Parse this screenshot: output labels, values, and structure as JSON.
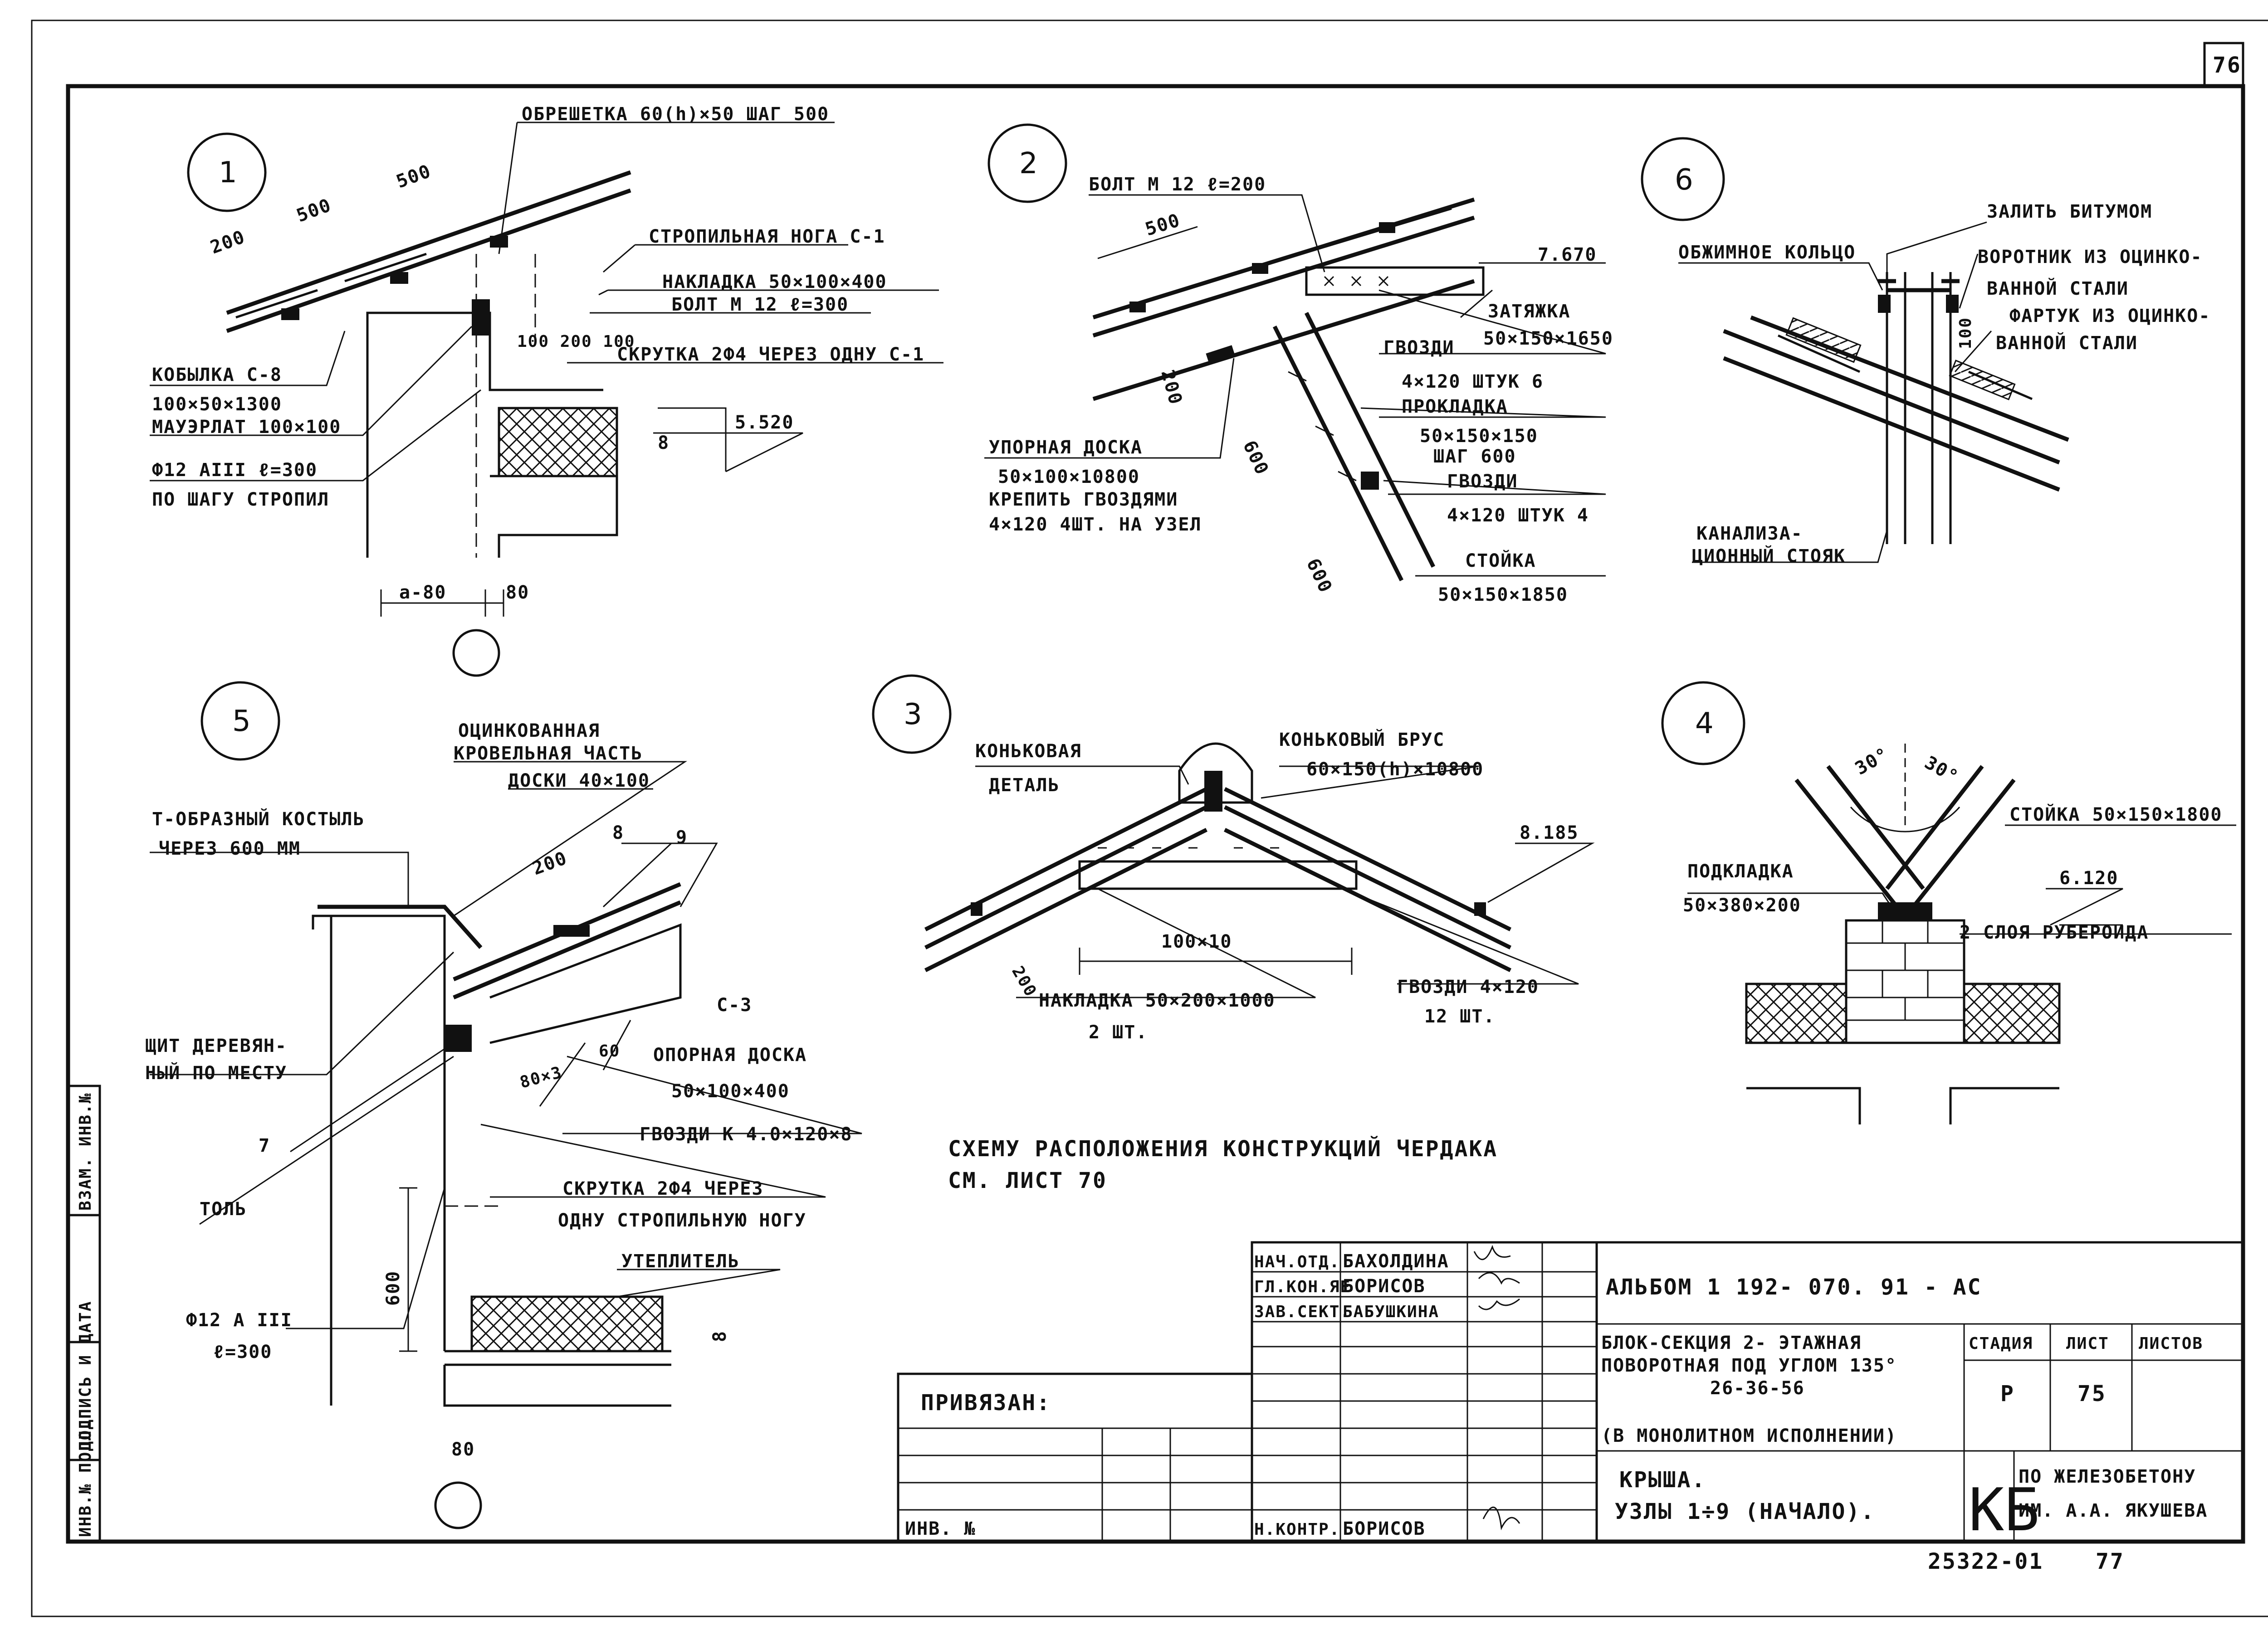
{
  "sheet": {
    "page_number": "76",
    "footer_code": "25322-01",
    "footer_page": "77"
  },
  "node1": {
    "circle": "1",
    "obreshetka": "ОБРЕШЕТКА 60(h)×50 ШАГ 500",
    "dim_200": "200",
    "dim_500a": "500",
    "dim_500b": "500",
    "stropilnaya": "СТРОПИЛЬНАЯ НОГА С-1",
    "nakladka": "НАКЛАДКА 50×100×400",
    "bolt": "БОЛТ М 12 ℓ=300",
    "skrutka": "СКРУТКА 2Ф4 ЧЕРЕЗ ОДНУ С-1",
    "dims_small": "100 200 100",
    "kobylka": "КОБЫЛКА С-8",
    "kobylka_size": "100×50×1300",
    "mauerlat": "МАУЭРЛАТ 100×100",
    "rod": "Ф12 АIII ℓ=300",
    "rod_step": "ПО ШАГУ СТРОПИЛ",
    "level": "5.520",
    "dim_8": "8",
    "dim_a80": "а-80",
    "dim_80": "80"
  },
  "node2": {
    "circle": "2",
    "bolt": "БОЛТ М 12 ℓ=200",
    "dim_500": "500",
    "level": "7.670",
    "zatyazhka": "ЗАТЯЖКА",
    "zatyazhka_size": "50×150×1650",
    "gvozdi": "ГВОЗДИ",
    "gvozdi_count": "4×120 ШТУК 6",
    "prokladka": "ПРОКЛАДКА",
    "prokladka_size": "50×150×150",
    "prokladka_step": "ШАГ 600",
    "gvozdi2": "ГВОЗДИ",
    "gvozdi2_count": "4×120 ШТУК 4",
    "dim_200": "200",
    "upornaya": "УПОРНАЯ ДОСКА",
    "upornaya_size": "50×100×10800",
    "krepit": "КРЕПИТЬ ГВОЗДЯМИ",
    "krepit2": "4×120 4ШТ. НА УЗЕЛ",
    "dim_600a": "600",
    "dim_600b": "600",
    "stoyka": "СТОЙКА",
    "stoyka_size": "50×150×1850"
  },
  "node6": {
    "circle": "6",
    "obzhimnoe": "ОБЖИМНОЕ КОЛЬЦО",
    "zalit": "ЗАЛИТЬ БИТУМОМ",
    "vorotnik": "ВОРОТНИК ИЗ ОЦИНКО-",
    "vorotnik2": "ВАННОЙ СТАЛИ",
    "fartuk": "ФАРТУК ИЗ ОЦИНКО-",
    "fartuk2": "ВАННОЙ СТАЛИ",
    "dim_100": "100",
    "kanaliz": "КАНАЛИЗА-",
    "kanaliz2": "ЦИОННЫЙ СТОЯК"
  },
  "node5": {
    "circle": "5",
    "ocink": "ОЦИНКОВАННАЯ",
    "ocink2": "КРОВЕЛЬНАЯ ЧАСТЬ",
    "doski": "ДОСКИ 40×100",
    "t_kostyl": "Т-ОБРАЗНЫЙ КОСТЫЛЬ",
    "t_kostyl2": "ЧЕРЕЗ 600 ММ",
    "dim_200": "200",
    "n8": "8",
    "n9": "9",
    "c3": "С-3",
    "shchit": "ЩИТ ДЕРЕВЯН-",
    "shchit2": "НЫЙ ПО МЕСТУ",
    "dims_80": "80×3",
    "dim_60": "60",
    "opornaya": "ОПОРНАЯ ДОСКА",
    "opornaya_size": "50×100×400",
    "n7": "7",
    "gvozdi": "ГВОЗДИ К 4.0×120×8",
    "tol": "ТОЛЬ",
    "skrutka": "СКРУТКА 2Ф4 ЧЕРЕЗ",
    "skrutka2": "ОДНУ СТРОПИЛЬНУЮ НОГУ",
    "uteplitel": "УТЕПЛИТЕЛЬ",
    "dim_600": "600",
    "dim_8": "8",
    "rod": "Ф12 А III",
    "rod_len": "ℓ=300",
    "dim_80": "80"
  },
  "node3": {
    "circle": "3",
    "konkovaya": "КОНЬКОВАЯ",
    "detal": "ДЕТАЛЬ",
    "brus": "КОНЬКОВЫЙ БРУС",
    "brus_size": "60×150(h)×10800",
    "level": "8.185",
    "dim_100x10": "100×10",
    "dim_200": "200",
    "nakladka": "НАКЛАДКА 50×200×1000",
    "nakladka_qty": "2 ШТ.",
    "gvozdi": "ГВОЗДИ 4×120",
    "gvozdi_qty": "12 ШТ."
  },
  "node4": {
    "circle": "4",
    "angle_a": "30°",
    "angle_b": "30°",
    "stoyka": "СТОЙКА 50×150×1800",
    "podkladka": "ПОДКЛАДКА",
    "podkladka_size": "50×380×200",
    "level": "6.120",
    "ruberoid": "2 СЛОЯ РУБЕРОИДА"
  },
  "note": {
    "line1": "СХЕМУ РАСПОЛОЖЕНИЯ КОНСТРУКЦИЙ ЧЕРДАКА",
    "line2": "СМ. ЛИСТ 70"
  },
  "side_stamp": {
    "vzam": "ВЗАМ. ИНВ.№",
    "podpis": "ПОДПИСЬ И ДАТА",
    "inv_podl": "ИНВ.№ ПОДЛ."
  },
  "title_block": {
    "privyazan": "ПРИВЯЗАН:",
    "inv_no": "ИНВ. №",
    "sign_rows": [
      {
        "role": "НАЧ.ОТД.",
        "name": "БАХОЛДИНА"
      },
      {
        "role": "ГЛ.КОН.ЯЕ",
        "name": "БОРИСОВ"
      },
      {
        "role": "ЗАВ.СЕКТ.",
        "name": "БАБУШКИНА"
      }
    ],
    "n_kontr_role": "Н.КОНТР.",
    "n_kontr_name": "БОРИСОВ",
    "album": "АЛЬБОМ 1   192- 070. 91 - АС",
    "project1": "БЛОК-СЕКЦИЯ  2- ЭТАЖНАЯ",
    "project2": "ПОВОРОТНАЯ  ПОД УГЛОМ 135°",
    "project3": "26-36-56",
    "project4": "(В МОНОЛИТНОМ ИСПОЛНЕНИИ)",
    "stage_hdr": "СТАДИЯ",
    "sheet_hdr": "ЛИСТ",
    "sheets_hdr": "ЛИСТОВ",
    "stage": "Р",
    "sheet_no": "75",
    "sheets_total": "",
    "drawing1": "КРЫША.",
    "drawing2": "УЗЛЫ 1÷9 (НАЧАЛО).",
    "org_logo": "КБ",
    "org1": "ПО ЖЕЛЕЗОБЕТОНУ",
    "org2": "ИМ. А.А. ЯКУШЕВА"
  }
}
